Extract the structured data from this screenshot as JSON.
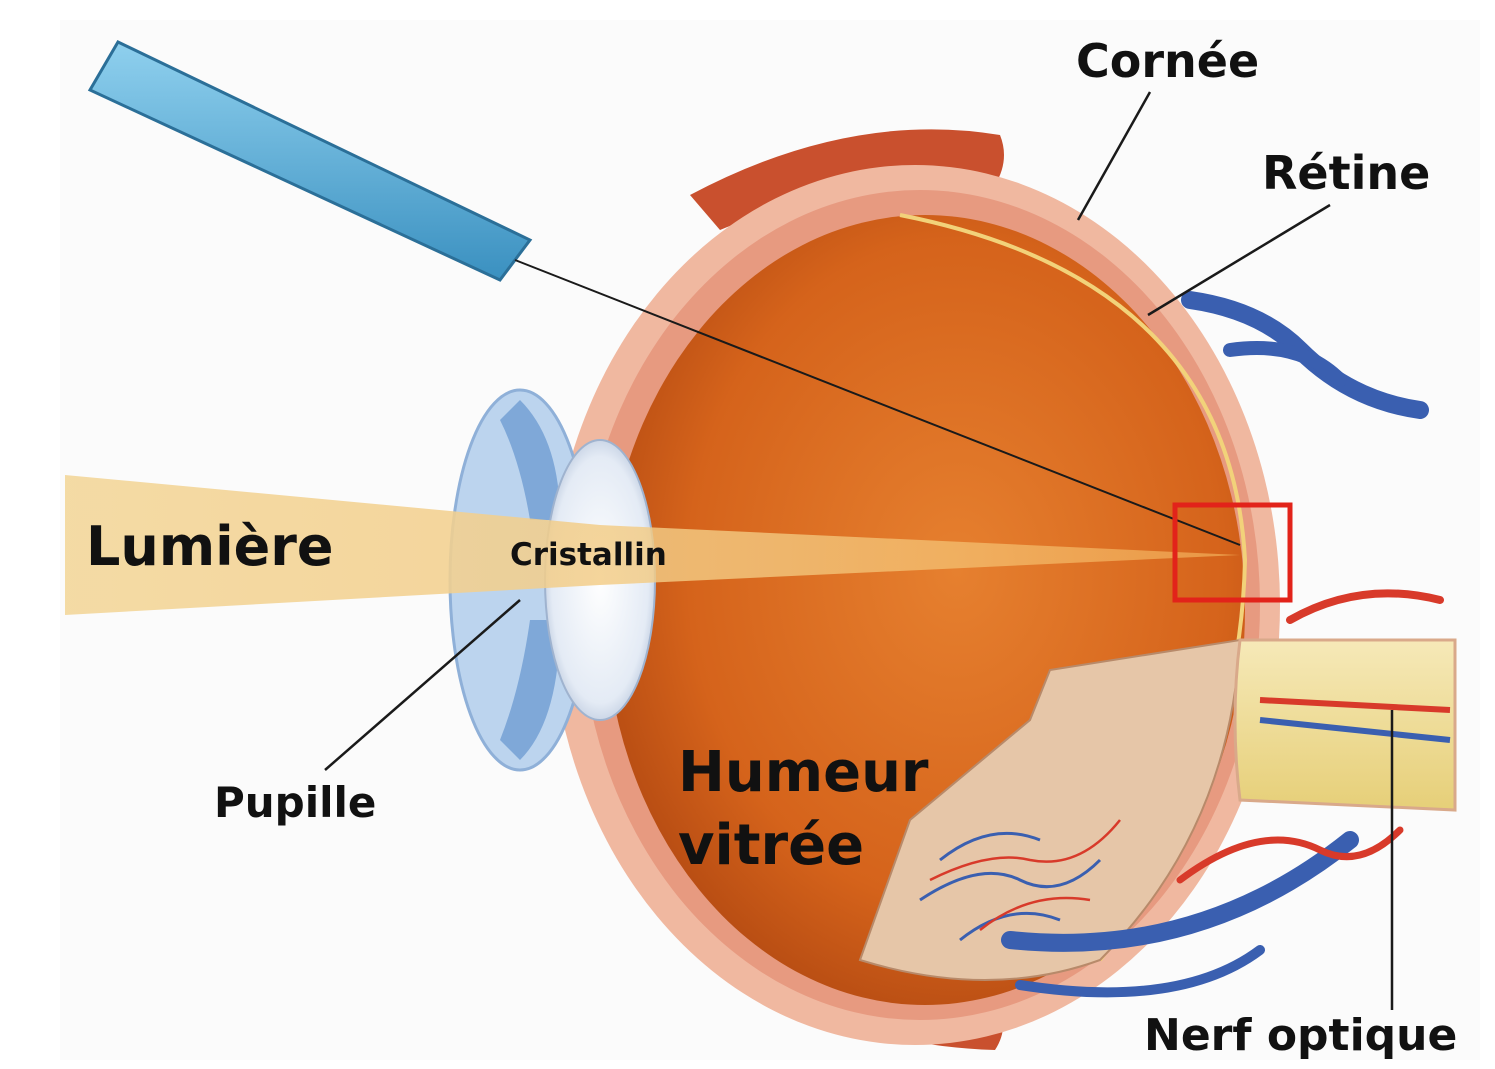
{
  "labels": {
    "cornee": "Cornée",
    "retine": "Rétine",
    "lumiere": "Lumière",
    "cristallin": "Cristallin",
    "pupille": "Pupille",
    "humeur": "Humeur",
    "vitree": "vitrée",
    "nerf_optique": "Nerf optique"
  },
  "colors": {
    "light_beam": "#f3d9a0",
    "lens_rod": "#5fb3d9",
    "eye_interior": "#d86a1f",
    "sclera": "#f0b8a0",
    "iris": "#7fa8d8",
    "crystalline_lens": "#e8eef7",
    "highlight_box": "#e2231a",
    "vein": "#3a5fb0",
    "artery": "#d83a2a",
    "nerve": "#f0dc8c"
  }
}
